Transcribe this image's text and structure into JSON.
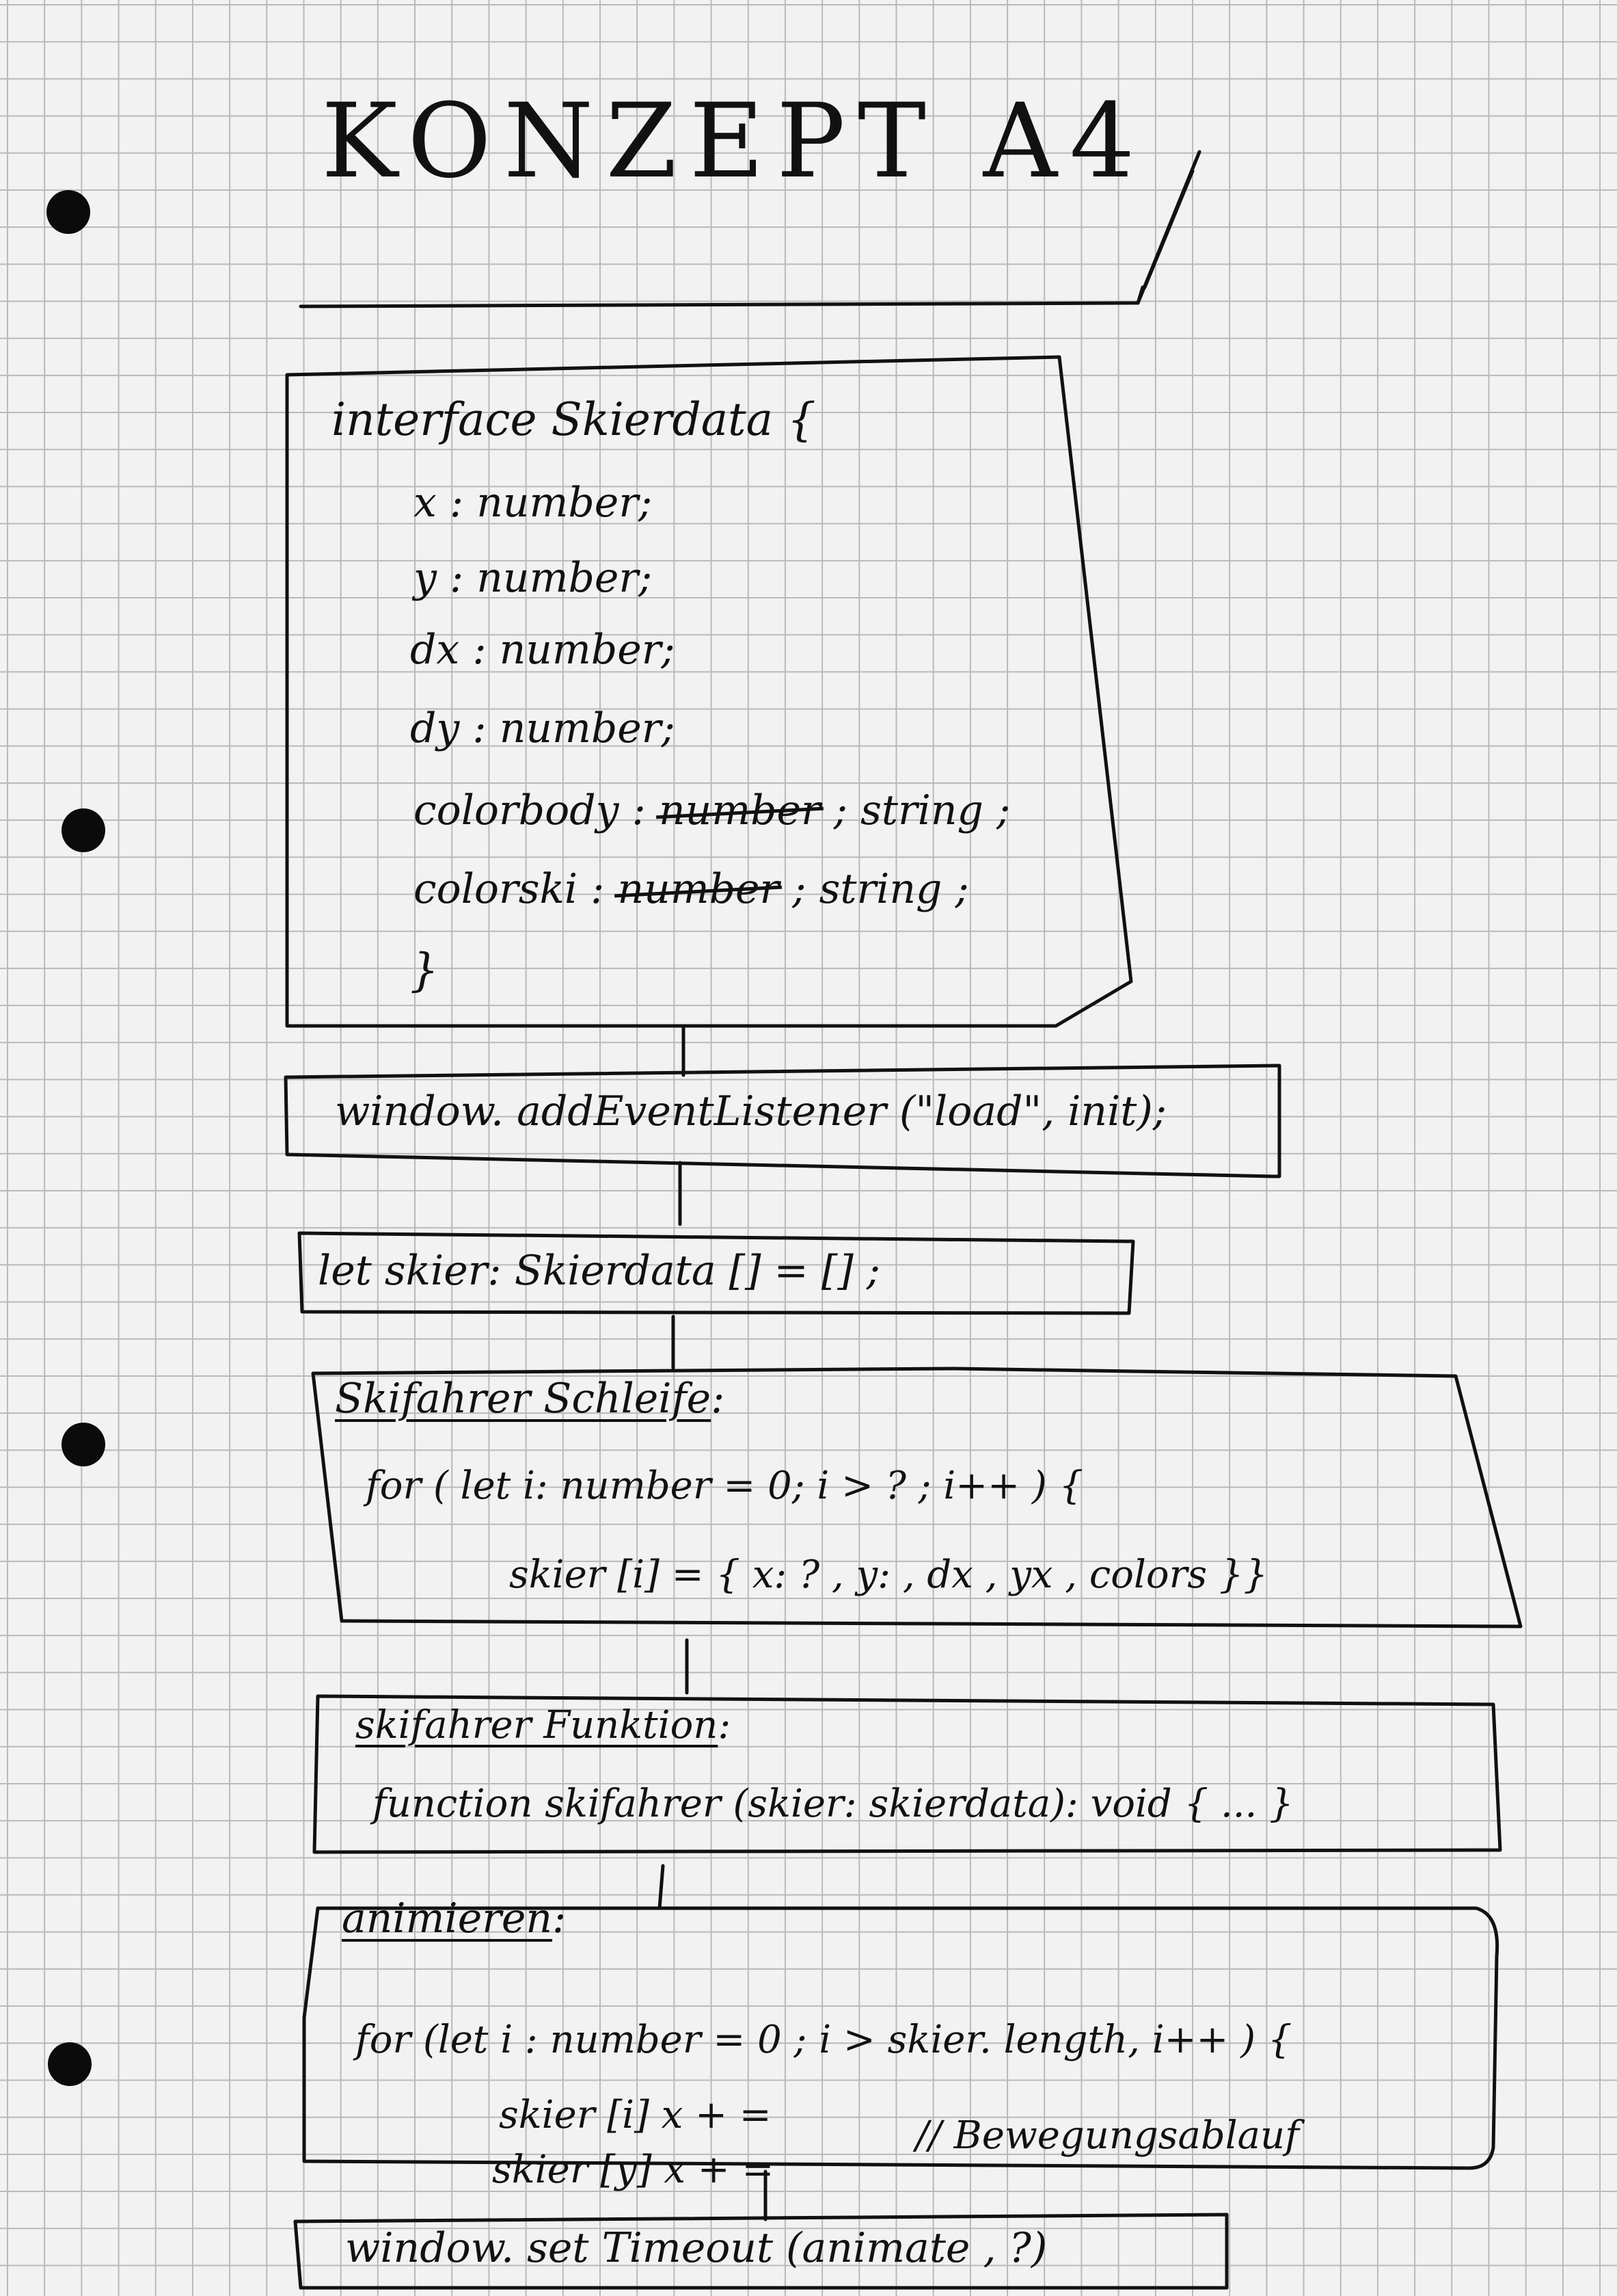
{
  "title": "KONZEPT A4",
  "interface_box": {
    "header": "interface Skierdata {",
    "fields": [
      {
        "name": "x",
        "sep": ":",
        "type": "number;",
        "struck": "",
        "suffix": ""
      },
      {
        "name": "y",
        "sep": ":",
        "type": "number;",
        "struck": "",
        "suffix": ""
      },
      {
        "name": "dx",
        "sep": ":",
        "type": "number;",
        "struck": "",
        "suffix": ""
      },
      {
        "name": "dy",
        "sep": ":",
        "type": "number;",
        "struck": "",
        "suffix": ""
      },
      {
        "name": "colorbody",
        "sep": ":",
        "type": "",
        "struck": "number",
        "suffix": "; string ;"
      },
      {
        "name": "colorski",
        "sep": ":",
        "type": "",
        "struck": "number",
        "suffix": "; string ;"
      }
    ],
    "close": "}"
  },
  "load_box": {
    "text": "window. addEventListener (\"load\", init);"
  },
  "let_box": {
    "text": "let skier: Skierdata [] = [] ;"
  },
  "loop_box": {
    "heading": "Skifahrer Schleife",
    "heading_suffix": ":",
    "line1": "for ( let i: number = 0; i > ? ; i++ ) {",
    "line2": "skier [i] = { x: ? , y: , dx , yx , colors }}"
  },
  "function_box": {
    "heading": "skifahrer Funktion",
    "heading_suffix": ":",
    "line1": "function skifahrer (skier: skierdata): void { ... }"
  },
  "animate_box": {
    "heading": "animieren",
    "heading_suffix": ":",
    "line1": "for (let i : number = 0 ; i > skier. length, i++ ) {",
    "line2": "skier [i] x + =",
    "line3": "skier [y] x + =",
    "comment": "// Bewegungsablauf"
  },
  "timeout_box": {
    "text": "window. set Timeout (animate , ?)"
  }
}
